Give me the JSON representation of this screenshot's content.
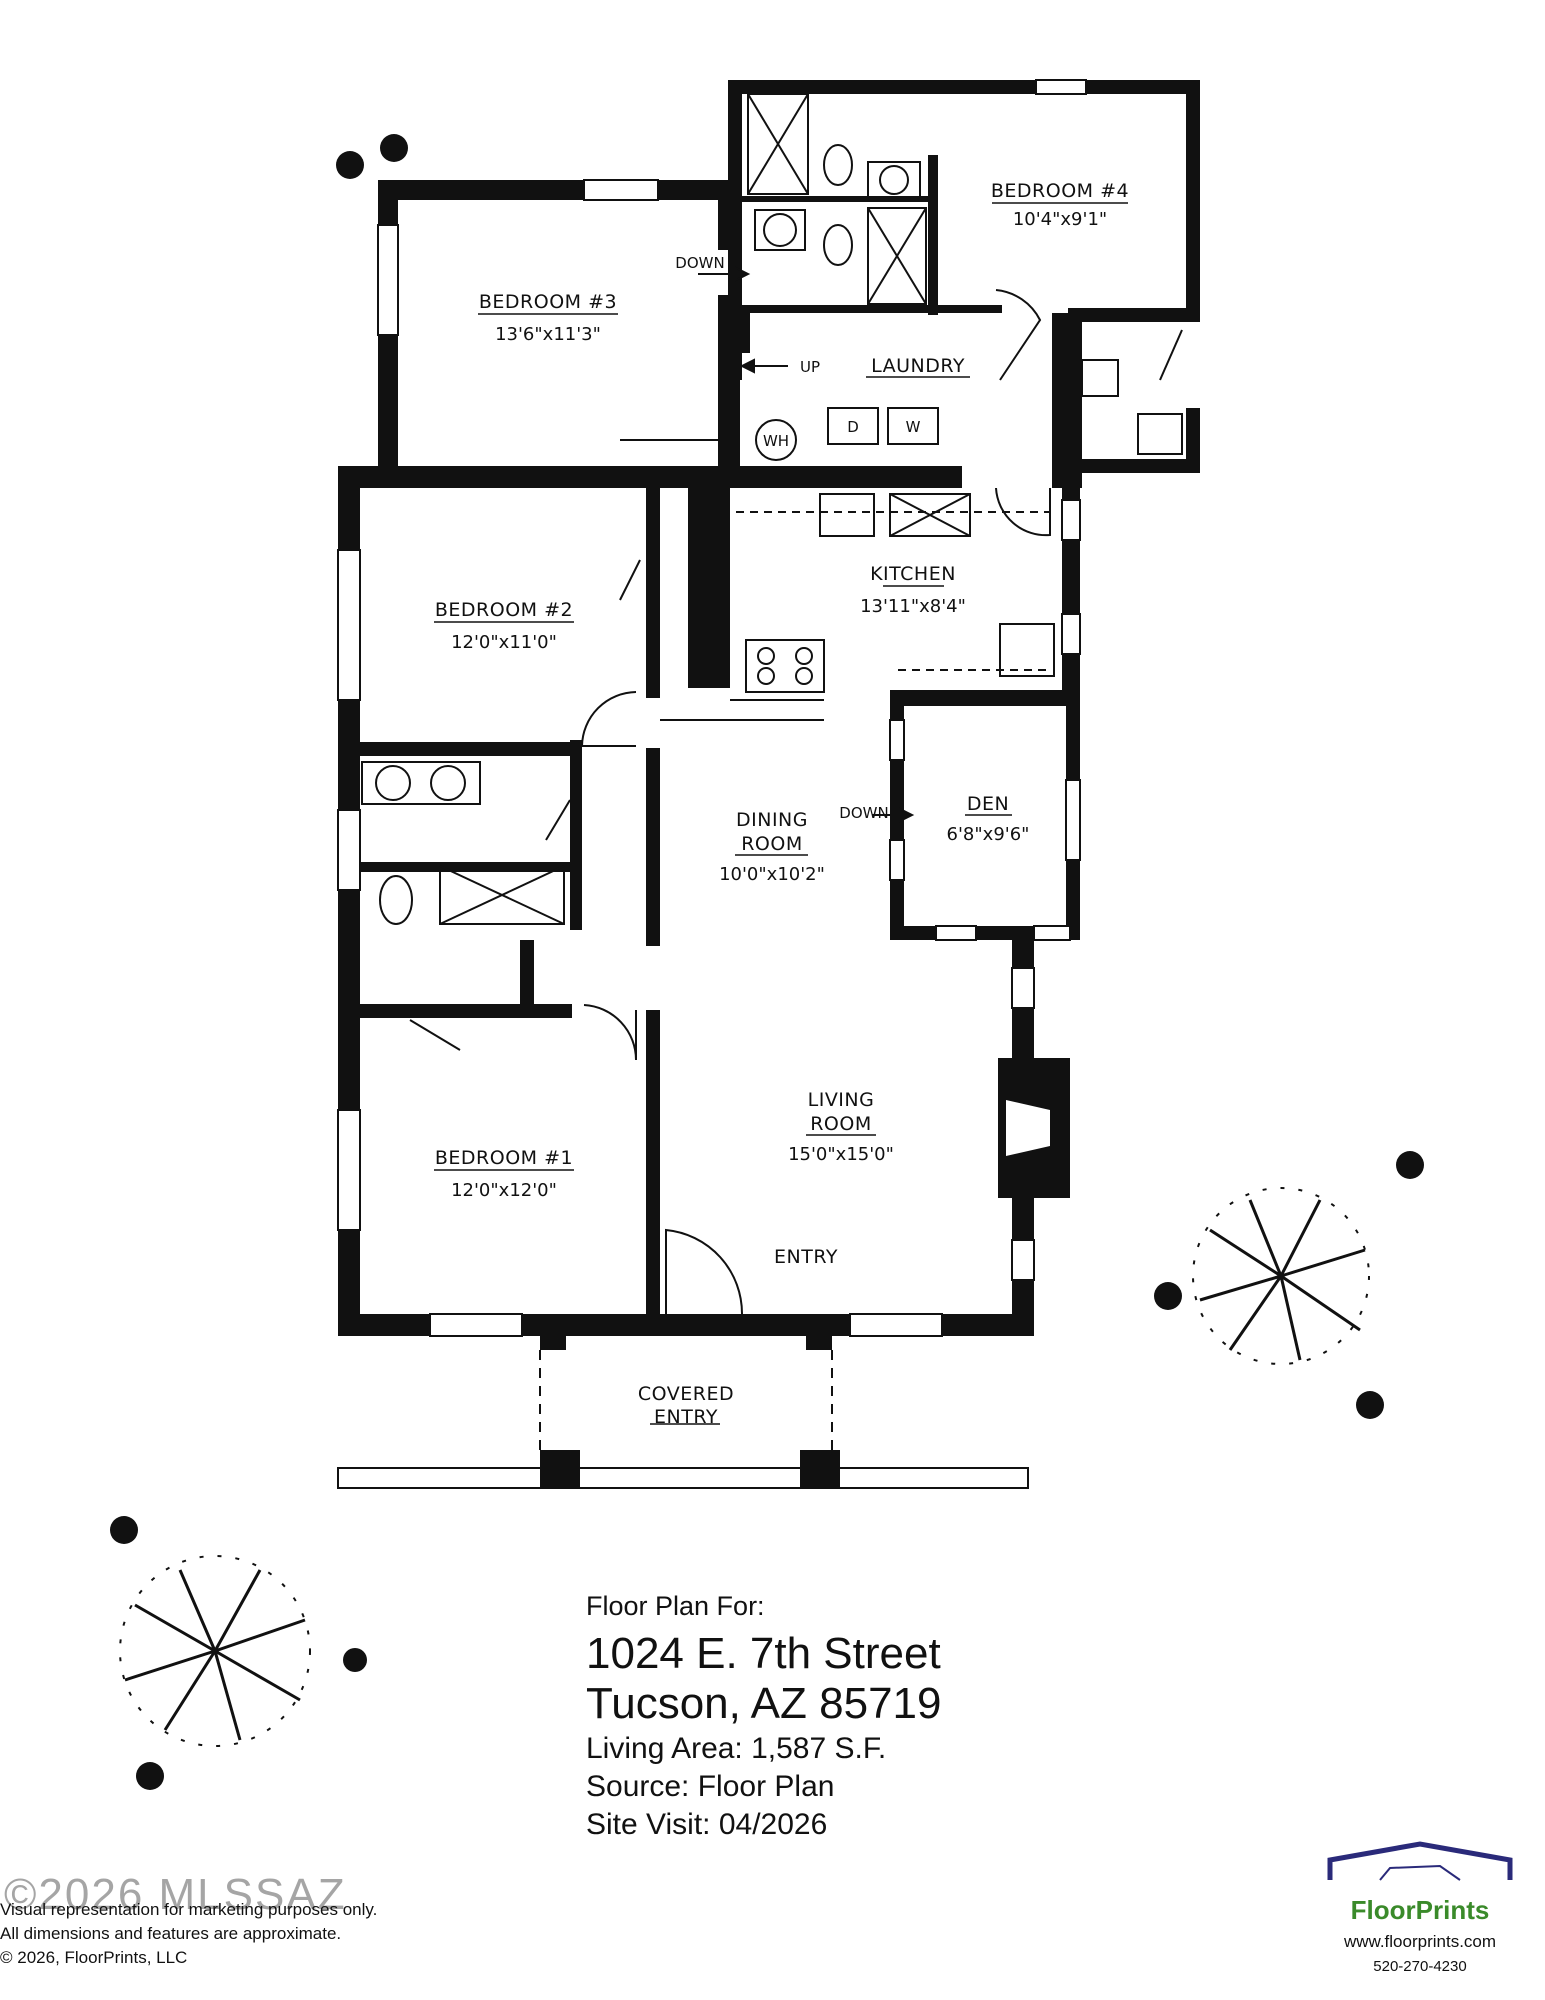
{
  "rooms": {
    "bedroom4": {
      "name": "BEDROOM #4",
      "size": "10'4\"x9'1\""
    },
    "bedroom3": {
      "name": "BEDROOM #3",
      "size": "13'6\"x11'3\""
    },
    "laundry": {
      "name": "LAUNDRY"
    },
    "kitchen": {
      "name": "KITCHEN",
      "size": "13'11\"x8'4\""
    },
    "bedroom2": {
      "name": "BEDROOM #2",
      "size": "12'0\"x11'0\""
    },
    "dining": {
      "name1": "DINING",
      "name2": "ROOM",
      "size": "10'0\"x10'2\""
    },
    "den": {
      "name": "DEN",
      "size": "6'8\"x9'6\""
    },
    "living": {
      "name1": "LIVING",
      "name2": "ROOM",
      "size": "15'0\"x15'0\""
    },
    "bedroom1": {
      "name": "BEDROOM #1",
      "size": "12'0\"x12'0\""
    },
    "entry": {
      "name": "ENTRY"
    },
    "covered_entry": {
      "name1": "COVERED",
      "name2": "ENTRY"
    }
  },
  "markers": {
    "down1": "DOWN",
    "up": "UP",
    "down2": "DOWN",
    "water_heater": "WH",
    "dryer": "D",
    "washer": "W"
  },
  "info": {
    "prefix": "Floor Plan For:",
    "address1": "1024 E. 7th Street",
    "address2": "Tucson, AZ  85719",
    "living_area": "Living Area:  1,587 S.F.",
    "source": "Source:  Floor Plan",
    "site_visit": "Site Visit:  04/2026"
  },
  "disclaimer": {
    "line1": "Visual representation for marketing purposes only.",
    "line2": "All dimensions and features are approximate.",
    "line3": "© 2026, FloorPrints, LLC"
  },
  "watermark": "©2026 MLSSAZ",
  "brand": {
    "name": "FloorPrints",
    "url": "www.floorprints.com",
    "phone": "520-270-4230"
  },
  "colors": {
    "wall": "#111111",
    "logo_roof": "#2a2a7a",
    "logo_text": "#3a8a2a"
  }
}
